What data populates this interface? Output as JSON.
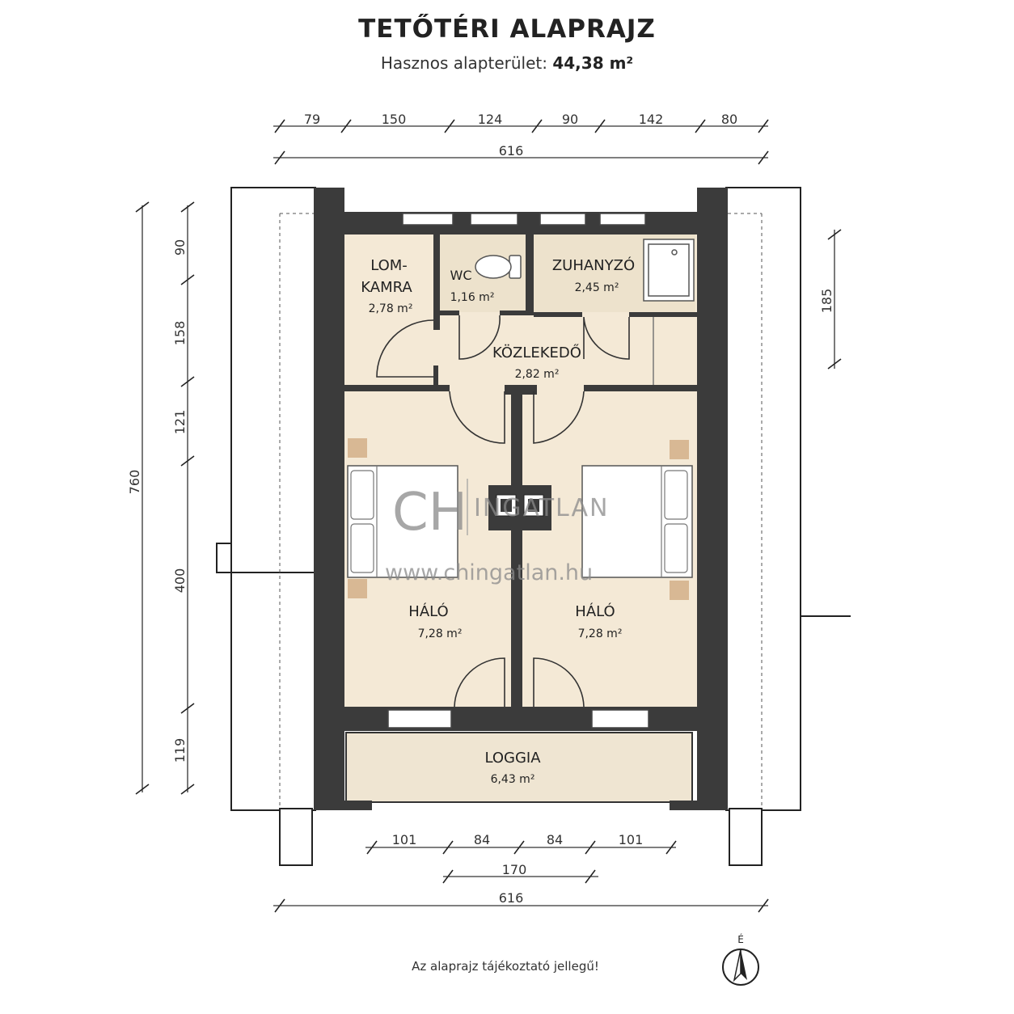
{
  "header": {
    "title": "TETŐTÉRI ALAPRAJZ",
    "subtitle_label": "Hasznos alapterület:",
    "subtitle_value": "44,38 m²"
  },
  "rooms": {
    "lomkamra": {
      "line1": "LOM-",
      "line2": "KAMRA",
      "area": "2,78 m²"
    },
    "wc": {
      "name": "WC",
      "area": "1,16 m²"
    },
    "zuhanyzo": {
      "name": "ZUHANYZÓ",
      "area": "2,45 m²"
    },
    "kozlekedo": {
      "name": "KÖZLEKEDŐ",
      "area": "2,82 m²"
    },
    "halo_left": {
      "name": "HÁLÓ",
      "area": "7,28 m²"
    },
    "halo_right": {
      "name": "HÁLÓ",
      "area": "7,28 m²"
    },
    "loggia": {
      "name": "LOGGIA",
      "area": "6,43 m²"
    }
  },
  "dimensions": {
    "top_segments": [
      "79",
      "150",
      "124",
      "90",
      "142",
      "80"
    ],
    "top_total": "616",
    "left_segments": [
      "90",
      "158",
      "121",
      "400",
      "119"
    ],
    "left_total": "760",
    "right_segment": "185",
    "bottom_segments": [
      "101",
      "84",
      "84",
      "101"
    ],
    "bottom_middle": "170",
    "bottom_total": "616"
  },
  "watermark": {
    "logo_letters": "CH",
    "brand": "INGATLAN",
    "url": "www.chingatlan.hu"
  },
  "compass": {
    "label": "É"
  },
  "footer": {
    "note": "Az alaprajz tájékoztató jellegű!"
  },
  "colors": {
    "wall": "#3b3b3b",
    "floor": "#f4e9d6",
    "tile": "#ede2cc",
    "loggia_floor": "#efe5d2",
    "furniture_accent": "#d8b894"
  }
}
